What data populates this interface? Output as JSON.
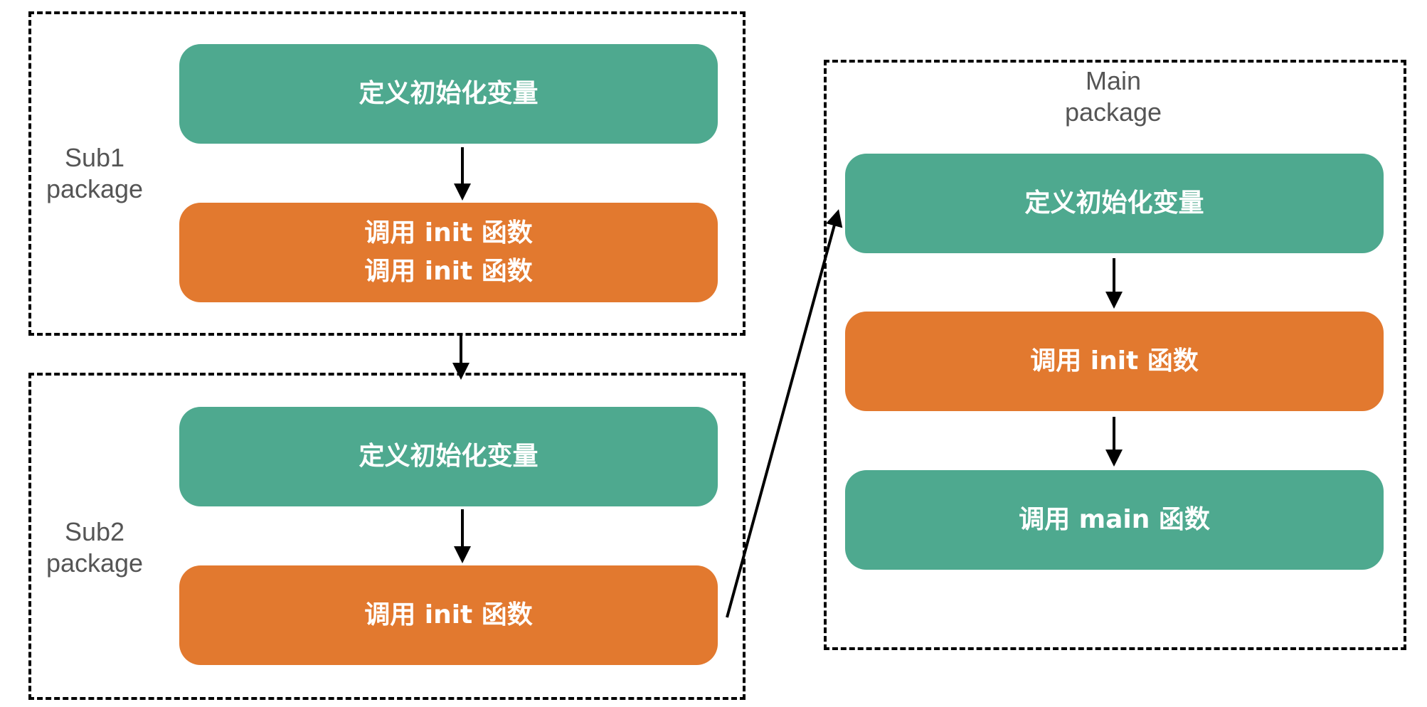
{
  "colors": {
    "green": "#4ea98f",
    "orange": "#e2792f",
    "label": "#555555",
    "border": "#000000"
  },
  "sub1": {
    "label_line1": "Sub1",
    "label_line2": "package",
    "node1": "定义初始化变量",
    "node2_line1": "调用 init 函数",
    "node2_line2": "调用 init 函数"
  },
  "sub2": {
    "label_line1": "Sub2",
    "label_line2": "package",
    "node1": "定义初始化变量",
    "node2": "调用 init 函数"
  },
  "main": {
    "label_line1": "Main",
    "label_line2": "package",
    "node1": "定义初始化变量",
    "node2": "调用 init 函数",
    "node3": "调用 main 函数"
  }
}
